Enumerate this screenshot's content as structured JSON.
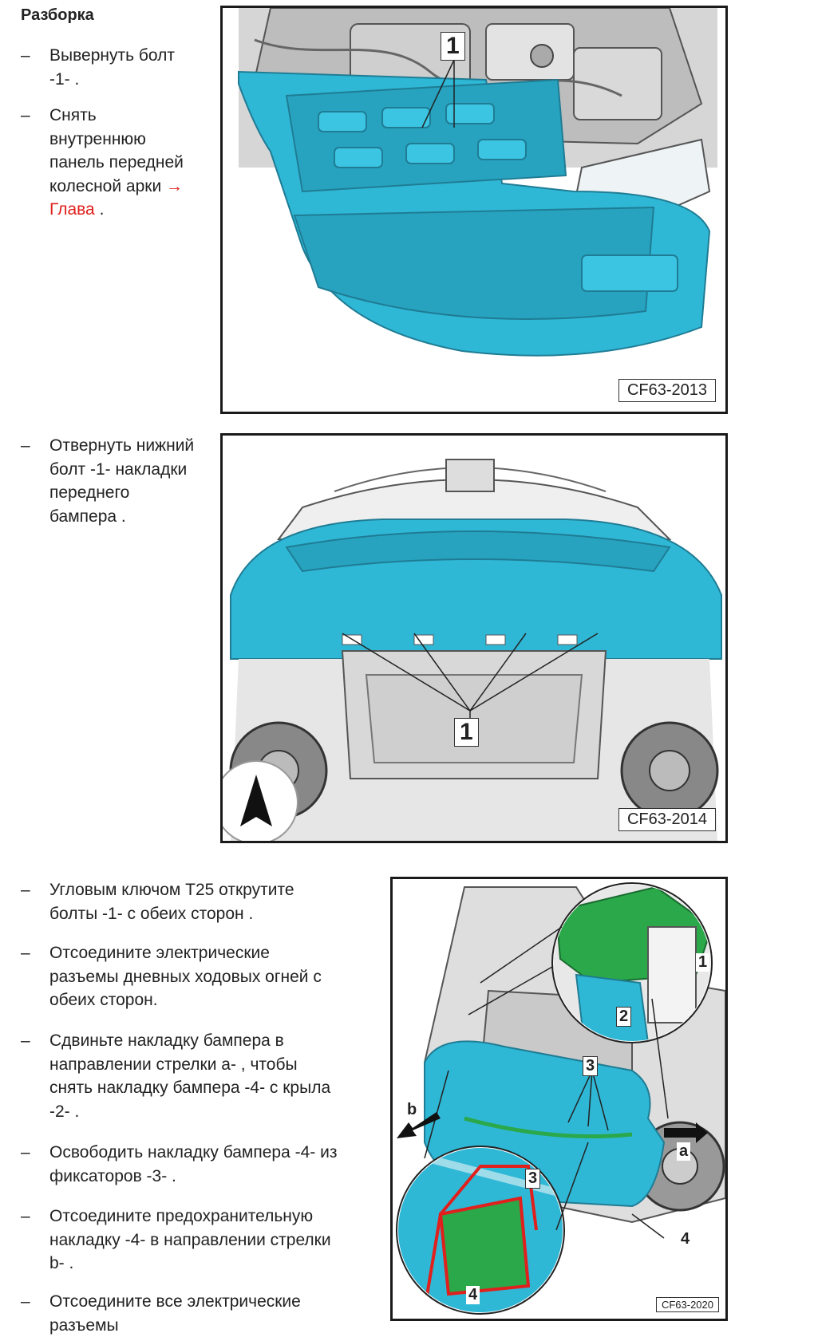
{
  "heading": "Разборка",
  "step1": {
    "line1": "Вывернуть болт",
    "line2": "-1- ."
  },
  "step2": {
    "line1": "Снять",
    "line2": "внутреннюю",
    "line3": "панель передней",
    "line4": "колесной арки",
    "arrow": "→",
    "link": "Глава",
    "after": " ."
  },
  "step3": {
    "line1": "Отвернуть нижний",
    "line2": "болт -1- накладки",
    "line3": "переднего",
    "line4": "бампера ."
  },
  "step4": {
    "line1": "Угловым ключом T25 открутите",
    "line2": "болты -1- с обеих сторон ."
  },
  "step5": {
    "line1": "Отсоедините электрические",
    "line2": "разъемы дневных ходовых огней с",
    "line3": "обеих сторон."
  },
  "step6": {
    "line1": "Сдвиньте накладку бампера в",
    "line2": "направлении стрелки a- , чтобы",
    "line3": "снять накладку бампера -4- с крыла",
    "line4": "-2- ."
  },
  "step7": {
    "line1": "Освободить накладку бампера -4- из",
    "line2": "фиксаторов -3- ."
  },
  "step8": {
    "line1": "Отсоедините предохранительную",
    "line2": "накладку -4- в направлении стрелки",
    "line3": "b- ."
  },
  "step9": {
    "line1": "Отсоедините все электрические",
    "line2": "разъемы"
  },
  "figures": {
    "fig1": {
      "code": "CF63-2013",
      "label": "1"
    },
    "fig2": {
      "code": "CF63-2014",
      "label": "1"
    },
    "fig3": {
      "code": "CF63-2020",
      "labels": {
        "one": "1",
        "two": "2",
        "three": "3",
        "three_b": "3",
        "four": "4",
        "four_b": "4",
        "a": "a",
        "b": "b"
      }
    }
  },
  "colors": {
    "bumper": "#2fb8d6",
    "bracket": "#2aa84a",
    "outline": "#e0201c",
    "link": "#e0201c"
  }
}
